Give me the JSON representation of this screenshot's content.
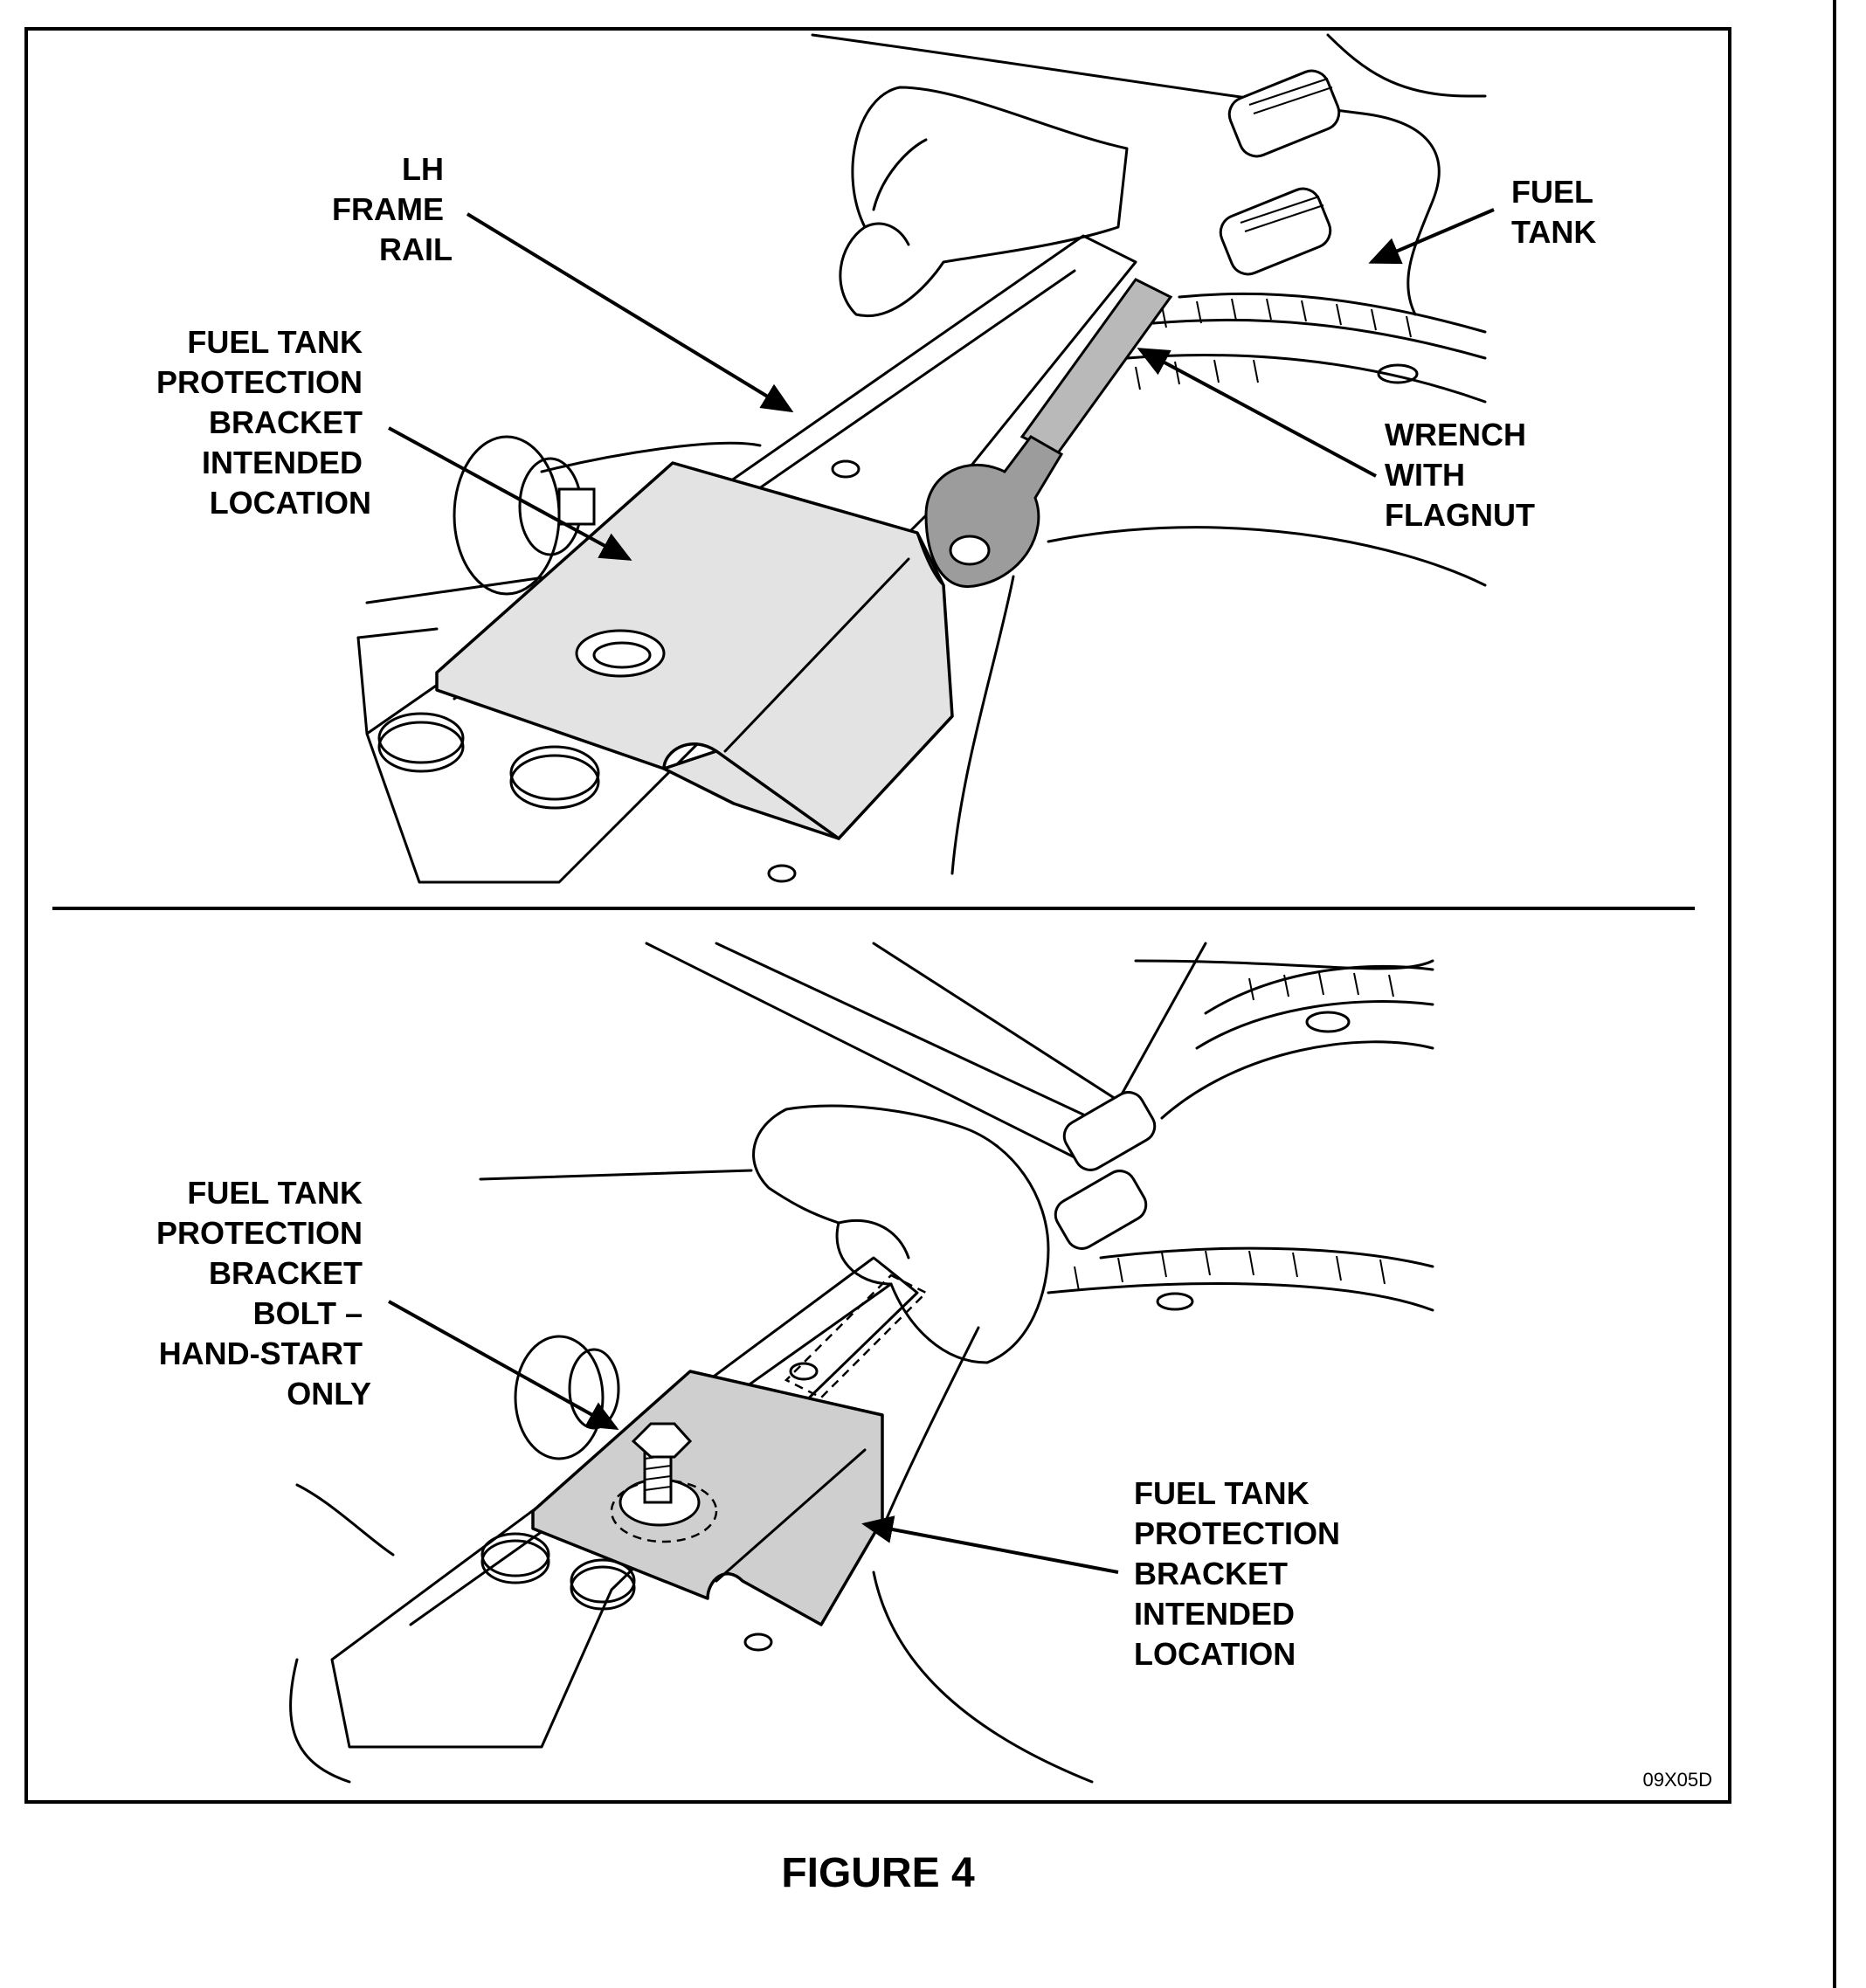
{
  "figure": {
    "caption": "FIGURE 4",
    "code": "09X05D"
  },
  "top_panel": {
    "labels": {
      "lh_frame_rail": [
        "LH",
        "FRAME",
        "RAIL"
      ],
      "fuel_tank": [
        "FUEL",
        "TANK"
      ],
      "bracket_location": [
        "FUEL  TANK",
        "PROTECTION",
        "BRACKET",
        "INTENDED",
        "LOCATION"
      ],
      "wrench": [
        "WRENCH",
        "WITH",
        "FLAGNUT"
      ]
    }
  },
  "bottom_panel": {
    "labels": {
      "bracket_bolt": [
        "FUEL  TANK",
        "PROTECTION",
        "BRACKET",
        "BOLT –",
        "HAND-START",
        "ONLY"
      ],
      "bracket_location": [
        "FUEL  TANK",
        "PROTECTION",
        "BRACKET",
        "INTENDED",
        "LOCATION"
      ]
    }
  }
}
